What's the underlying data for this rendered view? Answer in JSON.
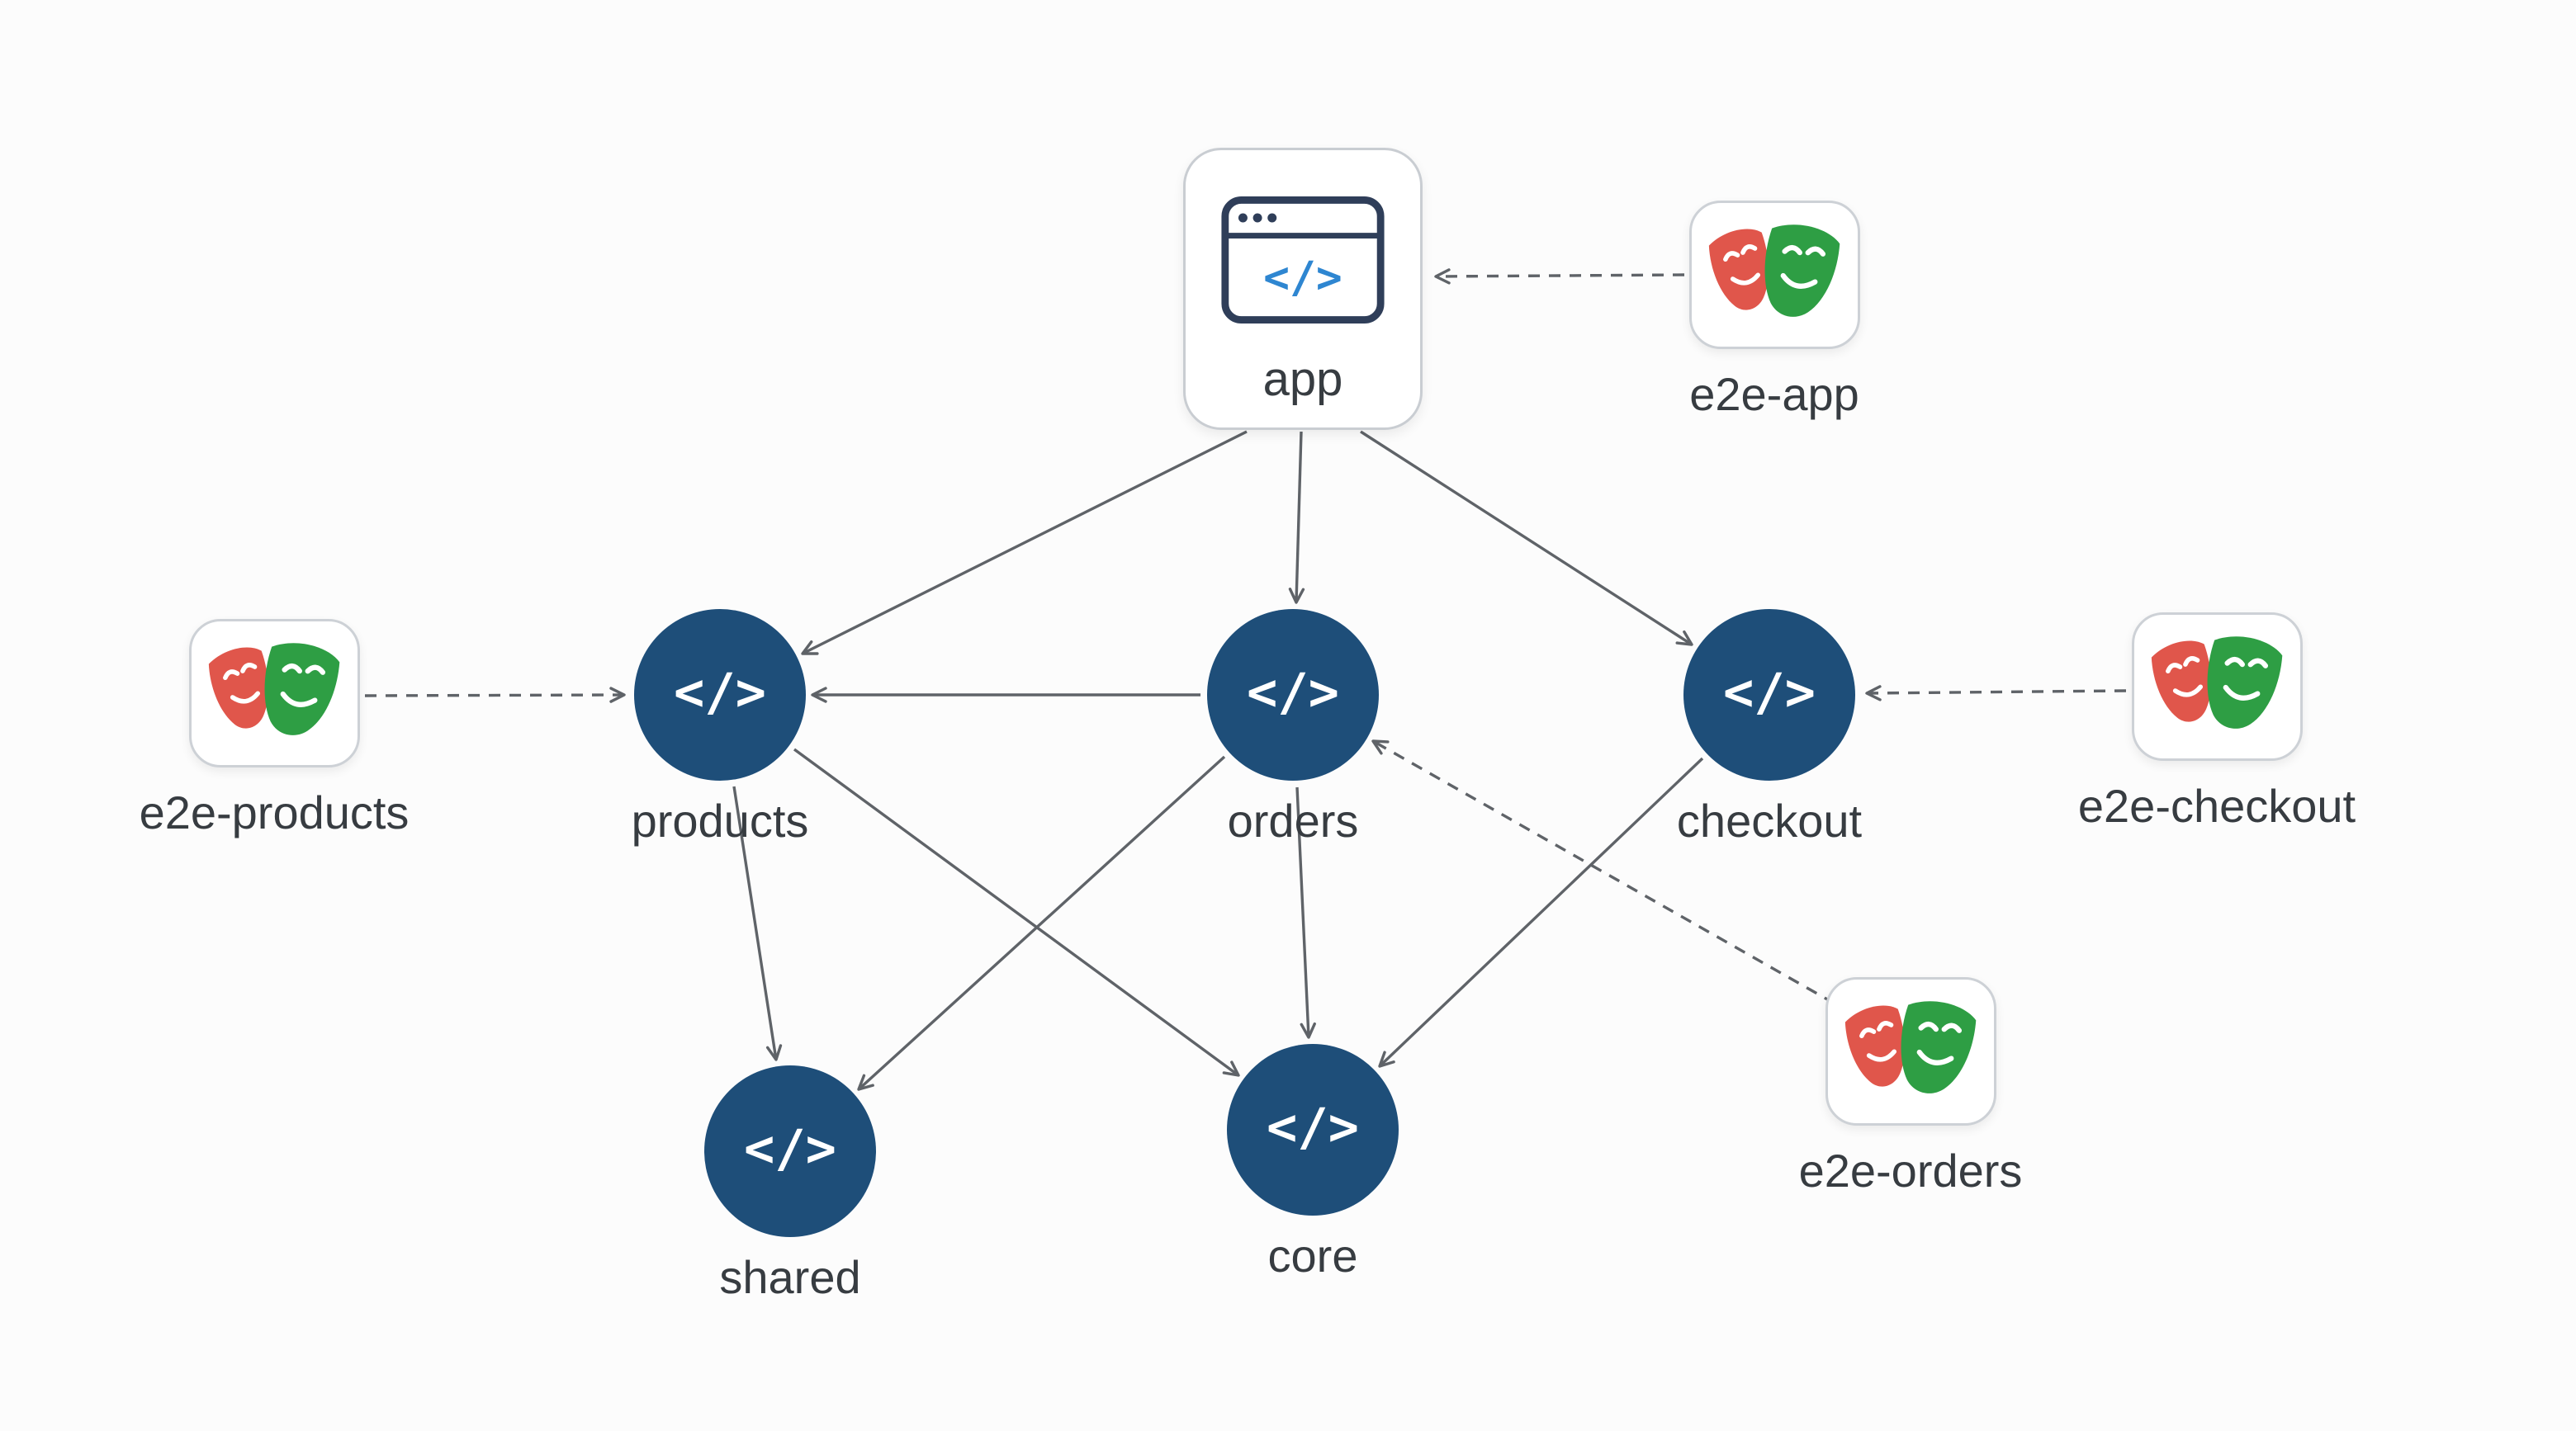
{
  "diagram": {
    "type": "dependency-graph",
    "description": "Project dependency graph with application, library and e2e test nodes"
  },
  "colors": {
    "background": "#fcfcfc",
    "library_node_fill": "#1e4e79",
    "node_glyph": "#ffffff",
    "edge_stroke": "#5f6368",
    "label_text": "#373c41",
    "card_border": "#c9cdd2",
    "browser_icon_stroke": "#2f3e59",
    "browser_icon_code": "#2e86d1",
    "mask_red": "#e0564b",
    "mask_green": "#2e9e44"
  },
  "icons": {
    "code_glyph": "</>",
    "browser_code_glyph": "</>"
  },
  "nodes": {
    "app": {
      "label": "app",
      "kind": "application",
      "icon": "browser-window-icon"
    },
    "products": {
      "label": "products",
      "kind": "library",
      "icon": "code-icon"
    },
    "orders": {
      "label": "orders",
      "kind": "library",
      "icon": "code-icon"
    },
    "checkout": {
      "label": "checkout",
      "kind": "library",
      "icon": "code-icon"
    },
    "shared": {
      "label": "shared",
      "kind": "library",
      "icon": "code-icon"
    },
    "core": {
      "label": "core",
      "kind": "library",
      "icon": "code-icon"
    },
    "e2e_app": {
      "label": "e2e-app",
      "kind": "e2e",
      "icon": "playwright-masks-icon"
    },
    "e2e_products": {
      "label": "e2e-products",
      "kind": "e2e",
      "icon": "playwright-masks-icon"
    },
    "e2e_checkout": {
      "label": "e2e-checkout",
      "kind": "e2e",
      "icon": "playwright-masks-icon"
    },
    "e2e_orders": {
      "label": "e2e-orders",
      "kind": "e2e",
      "icon": "playwright-masks-icon"
    }
  },
  "edges": [
    {
      "from": "app",
      "to": "products",
      "style": "solid"
    },
    {
      "from": "app",
      "to": "orders",
      "style": "solid"
    },
    {
      "from": "app",
      "to": "checkout",
      "style": "solid"
    },
    {
      "from": "orders",
      "to": "products",
      "style": "solid"
    },
    {
      "from": "products",
      "to": "shared",
      "style": "solid"
    },
    {
      "from": "products",
      "to": "core",
      "style": "solid"
    },
    {
      "from": "orders",
      "to": "shared",
      "style": "solid"
    },
    {
      "from": "orders",
      "to": "core",
      "style": "solid"
    },
    {
      "from": "checkout",
      "to": "core",
      "style": "solid"
    },
    {
      "from": "e2e-app",
      "to": "app",
      "style": "dashed"
    },
    {
      "from": "e2e-products",
      "to": "products",
      "style": "dashed"
    },
    {
      "from": "e2e-checkout",
      "to": "checkout",
      "style": "dashed"
    },
    {
      "from": "e2e-orders",
      "to": "orders",
      "style": "dashed"
    }
  ]
}
